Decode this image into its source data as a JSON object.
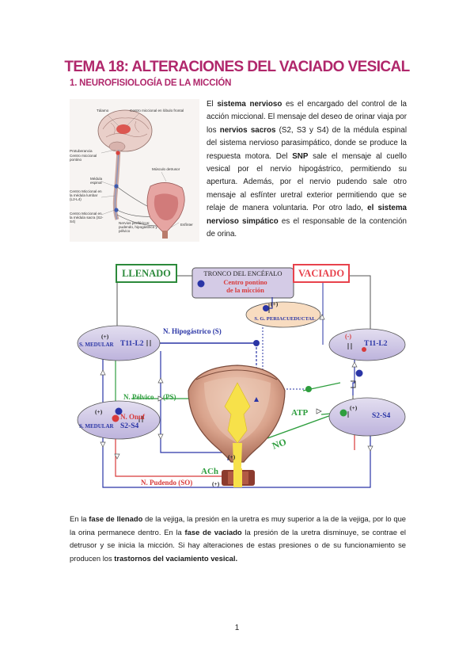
{
  "title": "TEMA 18: ALTERACIONES DEL VACIADO VESICAL",
  "subtitle": "1. NEUROFISIOLOGÍA DE LA MICCIÓN",
  "brain_figure": {
    "labels": {
      "talamo": "Tálamo",
      "centro_frontal": "Centro miccional en lóbulo frontal",
      "protuberancia": "Protuberancia",
      "centro_pontino": "Centro miccional pontino",
      "medula": "Médula espinal",
      "centro_lumbar": "Centro Miccional en la médula lumbar (L2-L4)",
      "centro_sacro": "Centro Miccional en la médula sacra (S2-S4)",
      "nervios": "Nervios periféricos: pudendo, hipogástrico y pélvico",
      "detrusor": "Músculo detrusor",
      "esfinter": "Esfínter"
    }
  },
  "paragraph1": {
    "t1": "El ",
    "b1": "sistema nervioso",
    "t2": " es el encargado del control de la acción miccional. El mensaje del deseo de orinar viaja por los ",
    "b2": "nervios sacros",
    "t3": " (S2, S3 y S4) de la médula espinal del sistema nervioso parasimpático, donde se produce la respuesta motora. Del ",
    "b3": "SNP",
    "t4": " sale el mensaje al cuello vesical por el nervio hipogástrico, permitiendo su apertura. Además, por el nervio pudendo sale otro mensaje al esfínter uretral exterior permitiendo que se relaje de manera voluntaria.  Por otro lado, ",
    "b4": "el sistema nervioso simpático",
    "t5": " es el responsable de la contención de orina."
  },
  "diagram": {
    "llenado": "LLENADO",
    "vaciado": "VACIADO",
    "tronco": "TRONCO DEL ENCÉFALO",
    "centro_pontino": "Centro pontino",
    "de_la_miccion": "de la micción",
    "plus": "(+)",
    "minus": "(-)",
    "sg_peria": "S. G. PERIACUEDUCTAL",
    "s_medular": "S. MEDULAR",
    "t11_l2": "T11-L2",
    "s2_s4": "S2-S4",
    "n_onuf": "N. Onuf",
    "n_hipogastrico": "N. Hipogástrico (S)",
    "n_pelvico": "N. Pélvico",
    "ps": "(PS)",
    "atp": "ATP",
    "no": "NO",
    "ach": "ACh",
    "n_pudendo": "N. Pudendo (SO)",
    "colors": {
      "llenado_green": "#2c8a3b",
      "vaciado_red": "#e8424c",
      "node_lilac": "#cdc6e4",
      "periacueductal": "#f8dcc0",
      "nerve_blue": "#2a35a6",
      "nerve_red": "#d83a3a",
      "nerve_green": "#2e9e3e"
    }
  },
  "paragraph2": {
    "t1": "En la ",
    "b1": "fase de llenado",
    "t2": " de la vejiga, la presión en la uretra es muy superior a la de la vejiga, por lo que la orina permanece dentro. En la ",
    "b2": "fase de vaciado",
    "t3": " la presión de la uretra disminuye, se contrae el detrusor y se inicia la micción. Si hay alteraciones de estas presiones o de su funcionamiento se producen los ",
    "b3": "trastornos del vaciamiento vesical."
  },
  "page_number": "1"
}
